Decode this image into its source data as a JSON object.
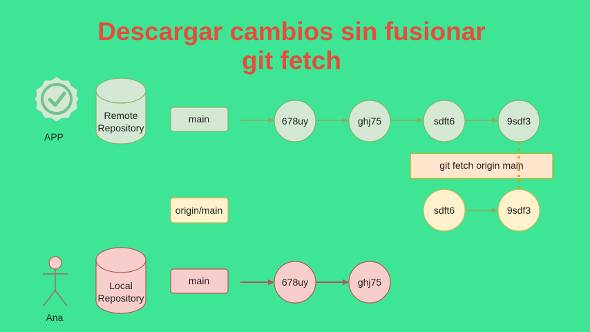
{
  "title": {
    "line1": "Descargar cambios sin fusionar",
    "line2": "git fetch"
  },
  "actors": {
    "app": "APP",
    "user": "Ana"
  },
  "repos": {
    "remote": [
      "Remote",
      "Repository"
    ],
    "local": [
      "Local",
      "Repository"
    ]
  },
  "branches": {
    "remote": "main",
    "tracking": "origin/main",
    "local": "main"
  },
  "commits": {
    "remote": [
      "678uy",
      "ghj75",
      "sdft6",
      "9sdf3"
    ],
    "tracking": [
      "sdft6",
      "9sdf3"
    ],
    "local": [
      "678uy",
      "ghj75"
    ]
  },
  "command": "git fetch origin main",
  "colors": {
    "background": "#3de595",
    "title": "#e74c3c",
    "remote_fill": "#d5e8d4",
    "remote_stroke": "#82b366",
    "tracking_fill": "#fff2cc",
    "tracking_stroke": "#d6b656",
    "local_fill": "#f8cecc",
    "local_stroke": "#b85450",
    "command_fill": "#ffe6cc",
    "command_stroke": "#d79b00"
  }
}
